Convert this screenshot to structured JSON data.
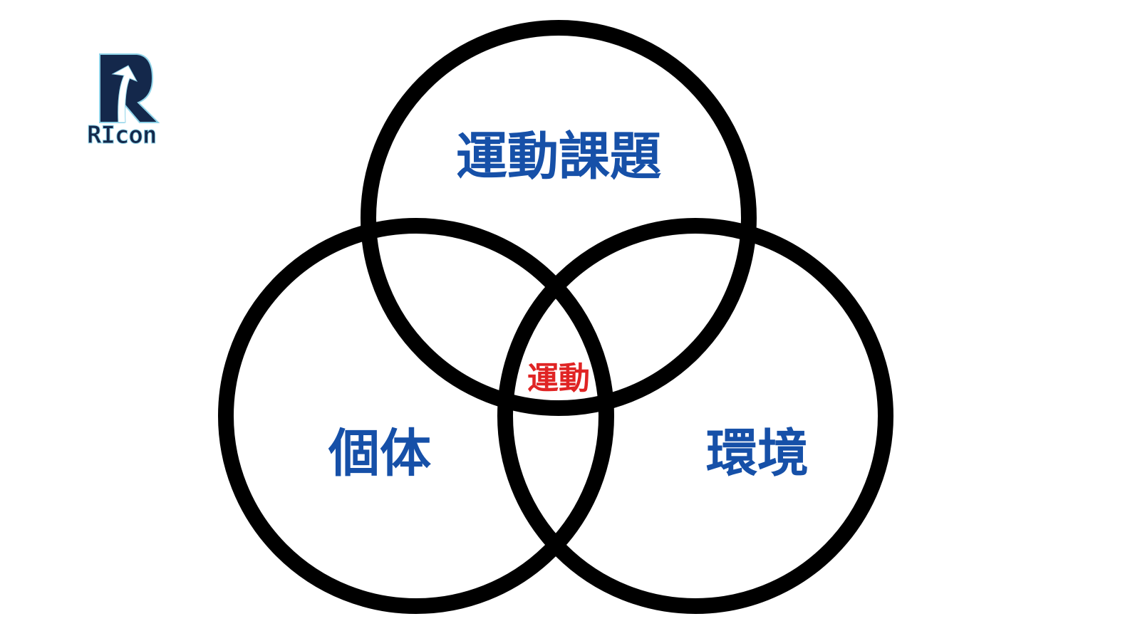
{
  "logo": {
    "text": "RIcon",
    "color": "#14284b"
  },
  "diagram": {
    "top": "運動課題",
    "left": "個体",
    "right": "環境",
    "center": "運動"
  },
  "colors": {
    "label": "#1650a8",
    "center": "#e02424",
    "stroke": "#000000"
  }
}
